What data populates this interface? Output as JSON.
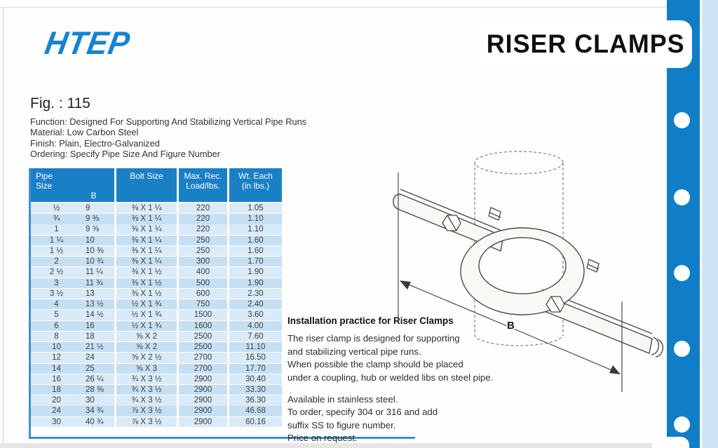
{
  "brand": {
    "logo_text": "HTEP"
  },
  "header": {
    "title": "RISER CLAMPS"
  },
  "figure": {
    "label": "Fig. : 115",
    "specs": [
      "Function: Designed For Supporting And Stabilizing Vertical Pipe Runs",
      "Material: Low Carbon Steel",
      "Finish: Plain, Electro-Galvanized",
      "Ordering: Specify Pipe Size And Figure Number"
    ]
  },
  "table": {
    "headers": {
      "pipe_size_line1": "Pipe",
      "pipe_size_line2": "Size",
      "b_label": "B",
      "bolt_size": "Bolt Size",
      "max_rec_line1": "Max. Rec.",
      "max_rec_line2": "Load/lbs.",
      "wt_each_line1": "Wt. Each",
      "wt_each_line2": "(in lbs.)"
    },
    "rows": [
      [
        "½",
        "9",
        "⅜ X 1 ¼",
        "220",
        "1.05"
      ],
      [
        "¾",
        "9 ⅜",
        "⅜ X 1 ¼",
        "220",
        "1.10"
      ],
      [
        "1",
        "9 ⅝",
        "⅜ X 1 ¼",
        "220",
        "1.10"
      ],
      [
        "1 ¼",
        "10",
        "⅜ X 1 ¼",
        "250",
        "1.60"
      ],
      [
        "1 ½",
        "10 ⅜",
        "⅜ X 1 ¼",
        "250",
        "1.60"
      ],
      [
        "2",
        "10 ¾",
        "⅜ X 1 ¼",
        "300",
        "1.70"
      ],
      [
        "2 ½",
        "11 ¼",
        "⅜ X 1 ½",
        "400",
        "1.90"
      ],
      [
        "3",
        "11 ¾",
        "⅜ X 1 ½",
        "500",
        "1.90"
      ],
      [
        "3 ½",
        "13",
        "⅜ X 1 ½",
        "600",
        "2.30"
      ],
      [
        "4",
        "13 ½",
        "½ X 1 ¾",
        "750",
        "2.40"
      ],
      [
        "5",
        "14 ½",
        "½ X 1 ¾",
        "1500",
        "3.60"
      ],
      [
        "6",
        "16",
        "½ X 1 ¾",
        "1600",
        "4.00"
      ],
      [
        "8",
        "18",
        "⅝ X 2",
        "2500",
        "7.60"
      ],
      [
        "10",
        "21 ½",
        "⅝ X 2",
        "2500",
        "11.10"
      ],
      [
        "12",
        "24",
        "⅝ X 2 ½",
        "2700",
        "16.50"
      ],
      [
        "14",
        "25",
        "⅝ X 3",
        "2700",
        "17.70"
      ],
      [
        "16",
        "26 ¼",
        "¾ X 3 ½",
        "2900",
        "30.40"
      ],
      [
        "18",
        "28 ⅜",
        "¾ X 3 ½",
        "2900",
        "33.30"
      ],
      [
        "20",
        "30",
        "¾ X 3 ½",
        "2900",
        "36.30"
      ],
      [
        "24",
        "34 ¾",
        "⅞ X 3 ½",
        "2900",
        "46.68"
      ],
      [
        "30",
        "40 ¾",
        "⅞ X 3 ½",
        "2900",
        "60.16"
      ]
    ]
  },
  "installation": {
    "heading": "Installation practice for Riser Clamps",
    "para1": [
      "The riser clamp is designed for supporting",
      "and stabilizing vertical pipe runs.",
      "When possible the clamp should be placed",
      "under a coupling, hub or welded libs on steel pipe."
    ],
    "para2": [
      "Available in stainless steel.",
      "To order, specify 304 or 316 and add",
      "suffix SS to figure number.",
      "Price on request."
    ]
  },
  "diagram": {
    "dimension_label": "B"
  },
  "colors": {
    "brand_blue": "#1583d2",
    "table_header_blue": "#1a80c6",
    "row_light": "#d9eaf8",
    "row_dark": "#c6dff2",
    "side_bar_blue": "#0f7dc8",
    "side_strip_blue": "#cfe3f6",
    "rule_blue": "#4191cb"
  }
}
